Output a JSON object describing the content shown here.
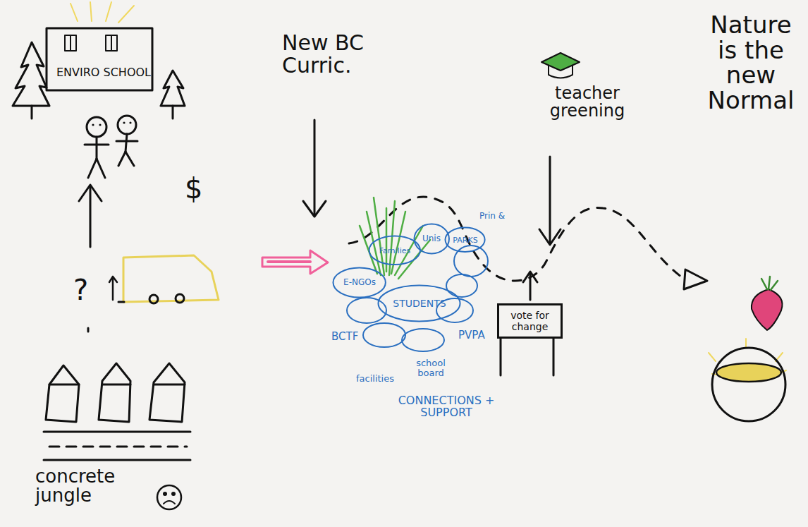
{
  "diagram": {
    "nodes": [
      {
        "text": [
          "ENVIRO SCHOOL"
        ]
      },
      {
        "text": [
          "E-NGOs"
        ]
      },
      {
        "text": [
          "Families"
        ]
      },
      {
        "text": [
          "Unis"
        ]
      },
      {
        "text": [
          "PARKS"
        ]
      },
      {
        "text": [
          "STUDENTS"
        ]
      },
      {
        "text": [
          "vote for change"
        ]
      }
    ],
    "labels": [
      "$",
      "?",
      "concrete jungle",
      "New BC Curric.",
      "teacher greening",
      "Nature is the new Normal",
      "BCTF",
      "facilities",
      "school board",
      "PVPA",
      "Prin &",
      "CONNECTIONS + SUPPORT"
    ]
  }
}
